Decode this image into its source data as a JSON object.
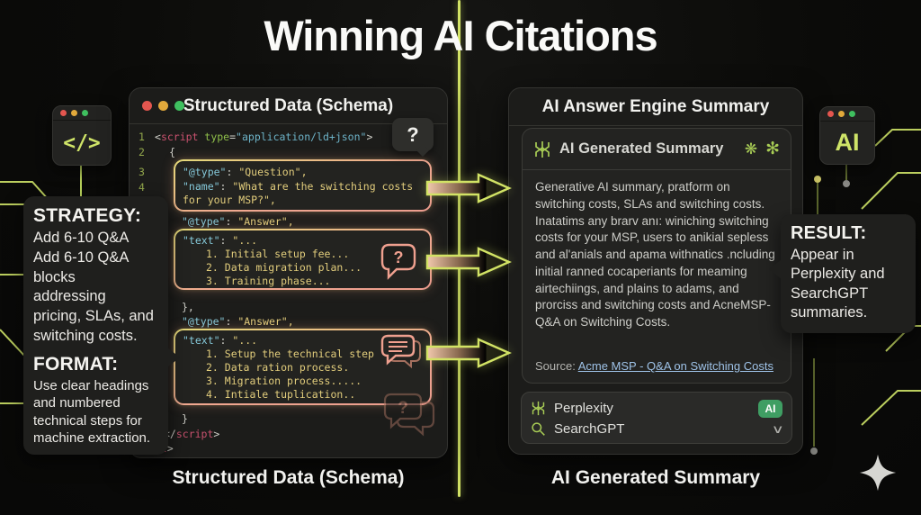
{
  "title": "Winning AI Citations",
  "icons": {
    "question_mark": "?",
    "perplexity_star": "❋",
    "openai": "✻",
    "chevron_down": "∨",
    "code_chip": "</>",
    "ai_chip": "AI"
  },
  "colors": {
    "accent_green": "#cfe468",
    "salmon": "#f0a08e",
    "code_yellow": "#e2cd7c",
    "code_cyan": "#85c9da",
    "code_red": "#c8516e",
    "link_blue": "#9fc3e8",
    "badge_green": "#3f9e63"
  },
  "left": {
    "window_title": "Structured Data (Schema)",
    "caption": "Structured Data (Schema)",
    "gutter": [
      "1",
      "2",
      "3",
      "4"
    ],
    "code": {
      "l1": {
        "open": "<",
        "tag": "script",
        "attr": " type",
        "eq": "=",
        "str": "\"application/ld+json\"",
        "close": ">"
      },
      "l2": "{",
      "colon": ": ",
      "q_key": "\"@type\"",
      "q_val": "\"Question\",",
      "name_key": "\"name\"",
      "name_val": "\"What are the switching costs",
      "name_val2": "for your MSP?\",",
      "a1_key": "\"@type\"",
      "a1_val": "\"Answer\",",
      "t1_key": "\"text\"",
      "t1_open": "\"...",
      "t1_items": [
        "1. Initial setup fee...",
        "2. Data migration plan...",
        "3. Training phase..."
      ],
      "brace_close_comma": "},",
      "a2_key": "\"@type\"",
      "a2_val": "\"Answer\",",
      "t2_key": "\"text\"",
      "t2_open": "\"...",
      "t2_items": [
        "1. Setup the technical step",
        "2. Data ration process.",
        "3. Migration process.....",
        "4. Intiale tuplication.."
      ],
      "brace_close": "}",
      "sc_open": "</",
      "sc_tag": "script",
      "sc_close": ">",
      "frag_tag": "ript",
      "frag_close": ">"
    },
    "strategy": {
      "heading": "STRATEGY:",
      "body": "Add 6-10 Q&A\nAdd 6-10 Q&A\nblocks\naddressing\npricing, SLAs, and\nswitching costs.",
      "heading2": "FORMAT:",
      "body2": "Use clear headings\nand numbered\ntechnical steps for\nmachine extraction."
    }
  },
  "right": {
    "panel_title": "AI Answer Engine Summary",
    "card": {
      "header": "AI Generated Summary",
      "body": "Generative AI summary, pratform on switching costs, SLAs and switching costs. Inatatims any brarv anı: winiching switching costs for your MSP, users to anikial sepless and al'anials and apama withnatics .ncluding initial ranned cocaperiants for meaming airtechiings, and plains to adams, and prorciss and switching costs and AcneMSP- Q&A on Switching Costs.",
      "source_label": "Source:",
      "source_link": "Acme MSP - Q&A on Switching Costs"
    },
    "engines": {
      "row1": "Perplexity",
      "row2": "SearchGPT",
      "badge": "AI"
    },
    "caption": "AI Generated Summary",
    "result": {
      "heading": "RESULT:",
      "body": "Appear in\nPerplexity and\nSearchGPT\nsummaries."
    }
  }
}
